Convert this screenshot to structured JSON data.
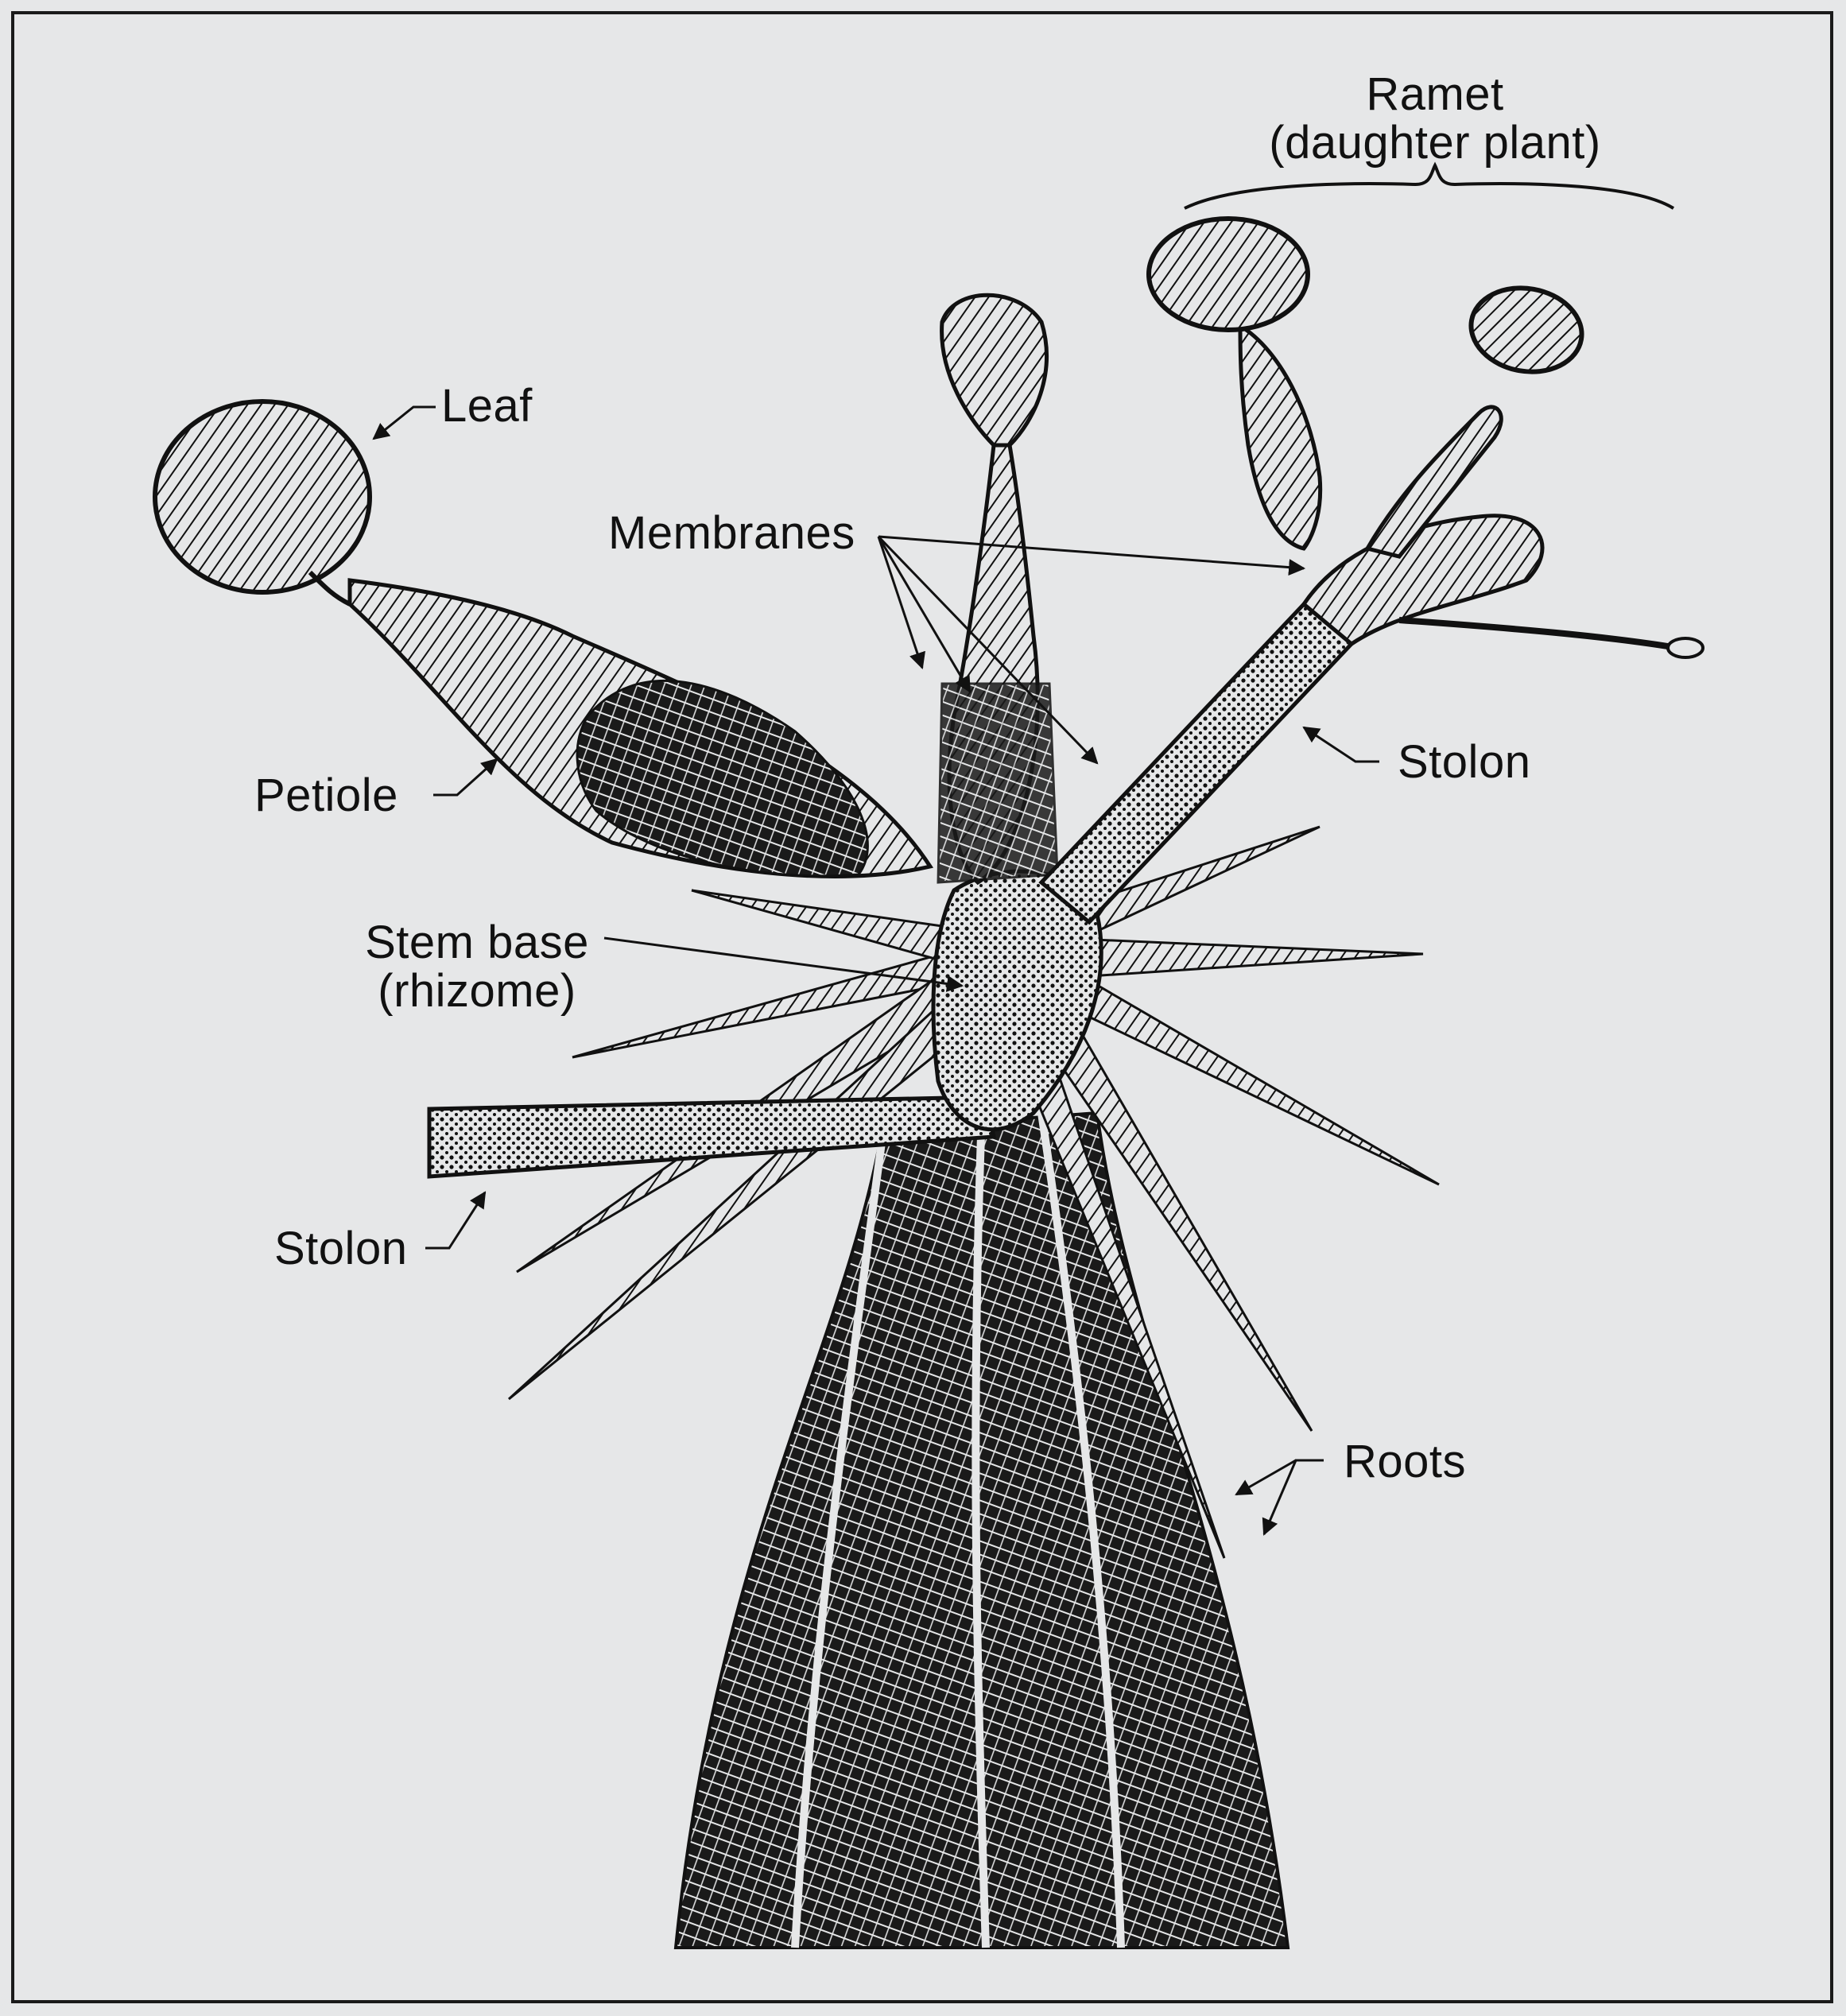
{
  "labels": {
    "ramet": "Ramet",
    "ramet_sub": "(daughter plant)",
    "leaf": "Leaf",
    "membranes": "Membranes",
    "petiole": "Petiole",
    "stolon_upper": "Stolon",
    "stem_base": "Stem base",
    "stem_base_sub": "(rhizome)",
    "stolon_lower": "Stolon",
    "roots": "Roots"
  },
  "colors": {
    "background": "#e6e7e8",
    "ink": "#111111"
  }
}
